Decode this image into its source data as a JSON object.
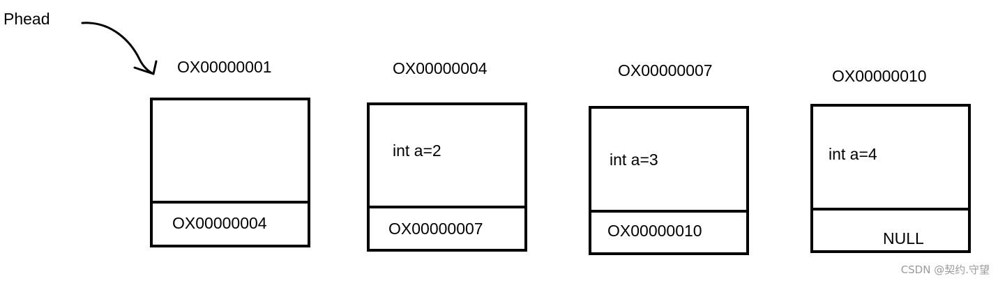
{
  "head_label": "Phead",
  "nodes": [
    {
      "address": "OX00000001",
      "data": "",
      "next": "OX00000004"
    },
    {
      "address": "OX00000004",
      "data": "int a=2",
      "next": "OX00000007"
    },
    {
      "address": "OX00000007",
      "data": "int a=3",
      "next": "OX00000010"
    },
    {
      "address": "OX00000010",
      "data": "int a=4",
      "next": "NULL"
    }
  ],
  "watermark": "CSDN @契约.守望"
}
